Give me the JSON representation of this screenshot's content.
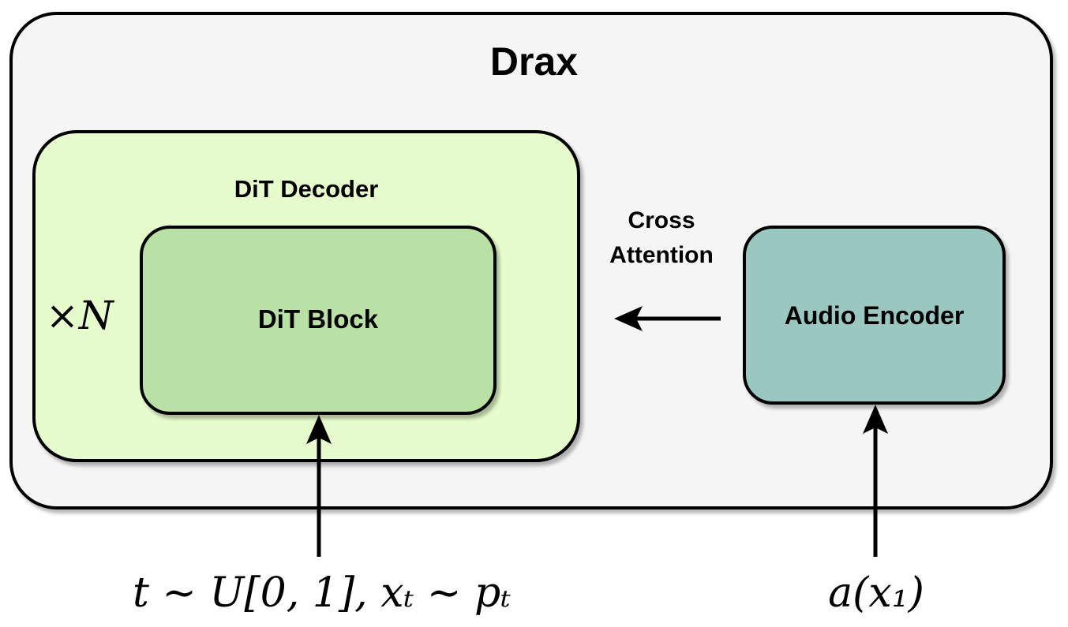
{
  "diagram": {
    "title": "Drax",
    "decoder": {
      "title": "DiT Decoder",
      "repeat_label": "×N"
    },
    "block": {
      "title": "DiT Block"
    },
    "encoder": {
      "title": "Audio Encoder"
    },
    "connection": {
      "label": "Cross\nAttention"
    },
    "inputs": {
      "decoder_input": "t ∼ U[0, 1], xₜ ∼ pₜ",
      "encoder_input": "a(x₁)"
    },
    "colors": {
      "outer_fill": "#f5f5f5",
      "decoder_fill": "#e6fccc",
      "block_fill": "#b9e0a5",
      "encoder_fill": "#9ac7bf",
      "stroke": "#000000"
    }
  }
}
